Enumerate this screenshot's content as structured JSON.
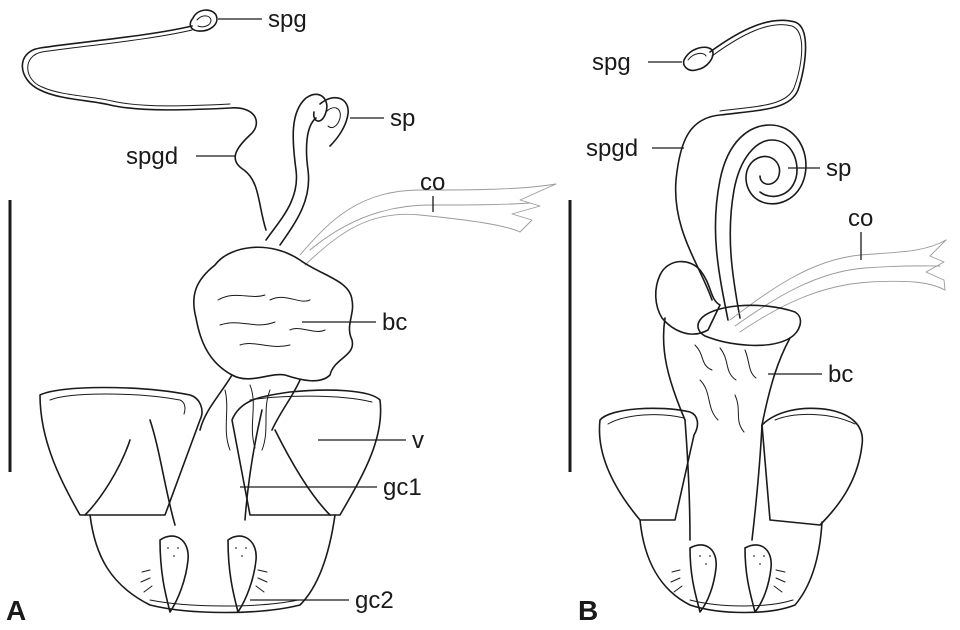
{
  "panels": [
    {
      "letter": "A",
      "labels": {
        "spg": "spg",
        "sp": "sp",
        "spgd": "spgd",
        "co": "co",
        "bc": "bc",
        "v": "v",
        "gc1": "gc1",
        "gc2": "gc2"
      }
    },
    {
      "letter": "B",
      "labels": {
        "spg": "spg",
        "spgd": "spgd",
        "sp": "sp",
        "co": "co",
        "bc": "bc"
      }
    }
  ],
  "colors": {
    "ink": "#1a1a1a",
    "faint": "#9a9a9a",
    "background": "#ffffff"
  }
}
